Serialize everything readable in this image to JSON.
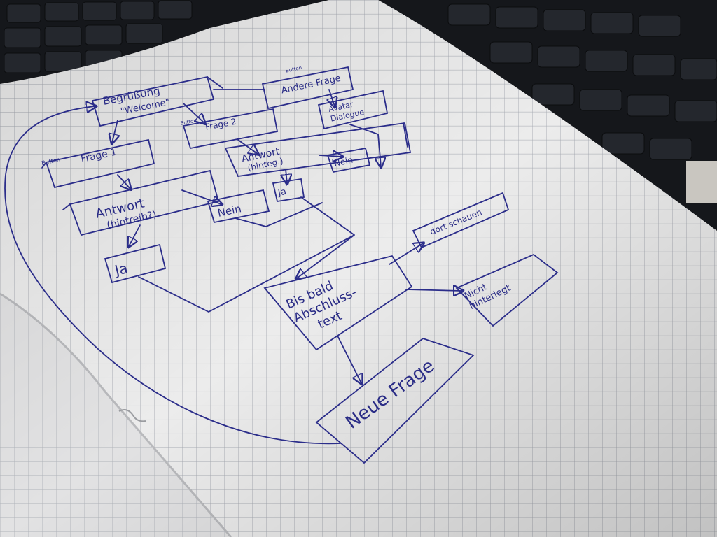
{
  "colors": {
    "ink": "#2b2d8a",
    "paper": "#efefef",
    "grid": "#a9adb4",
    "keyboard": "#15171b"
  },
  "nodes": {
    "begruessung": {
      "lines": [
        "Begrüßung",
        "\"Welcome\""
      ]
    },
    "andere_frage": {
      "lines": [
        "Andere Frage"
      ],
      "tag": "Button"
    },
    "avatar": {
      "lines": [
        "Avatar",
        "Dialogue"
      ]
    },
    "frage2": {
      "lines": [
        "Frage 2"
      ],
      "tag": "Button"
    },
    "frage1": {
      "lines": [
        "Frage 1"
      ],
      "tag": "Button"
    },
    "antwort_top": {
      "lines": [
        "Antwort",
        "(hinteg.)"
      ]
    },
    "nein_top": {
      "lines": [
        "Nein"
      ]
    },
    "ja_mid": {
      "lines": [
        "Ja"
      ]
    },
    "antwort_left": {
      "lines": [
        "Antwort",
        "(hintreib?)"
      ]
    },
    "nein_left": {
      "lines": [
        "Nein"
      ]
    },
    "ja_left": {
      "lines": [
        "Ja"
      ]
    },
    "abschluss": {
      "lines": [
        "Bis bald",
        "Abschluss-",
        "text"
      ]
    },
    "dort_schauen": {
      "lines": [
        "dort schauen"
      ]
    },
    "nicht_hinterlegt": {
      "lines": [
        "Nicht",
        "hinterlegt"
      ]
    },
    "neue_frage": {
      "lines": [
        "Neue Frage"
      ]
    }
  }
}
